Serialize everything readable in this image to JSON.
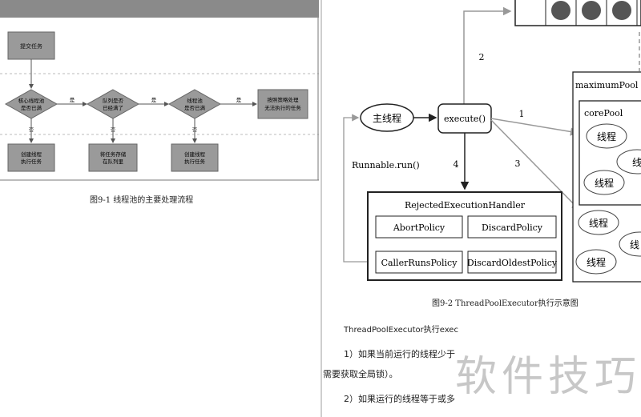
{
  "left_figure": {
    "submit": "提交任务",
    "decision1": [
      "核心线程池",
      "是否已满"
    ],
    "decision2": [
      "队列是否",
      "已经满了"
    ],
    "decision3": [
      "线程池",
      "是否已满"
    ],
    "final_box": [
      "按照策略处理",
      "无法执行的任务"
    ],
    "yes": "是",
    "no": "否",
    "result1": [
      "创建线程",
      "执行任务"
    ],
    "result2": [
      "将任务存储",
      "在队列里"
    ],
    "result3": [
      "创建线程",
      "执行任务"
    ],
    "caption": "图9-1  线程池的主要处理流程"
  },
  "right_figure": {
    "main_thread": "主线程",
    "execute": "execute()",
    "step1": "1",
    "step2": "2",
    "step3": "3",
    "step4": "4",
    "runnable": "Runnable.run()",
    "handler_title": "RejectedExecutionHandler",
    "policies": [
      "AbortPolicy",
      "DiscardPolicy",
      "CallerRunsPolicy",
      "DiscardOldestPolicy"
    ],
    "maximum_pool": "maximumPool",
    "core_pool": "corePool",
    "thread": "线程",
    "thread_partial": "线",
    "caption": "图9-2  ThreadPoolExecutor执行示意图"
  },
  "body_text": {
    "line1": "ThreadPoolExecutor执行exec",
    "line2": "1）如果当前运行的线程少于",
    "line3": "需要获取全局锁）。",
    "line4": "2）如果运行的线程等于或多"
  },
  "watermark": "软件技巧"
}
